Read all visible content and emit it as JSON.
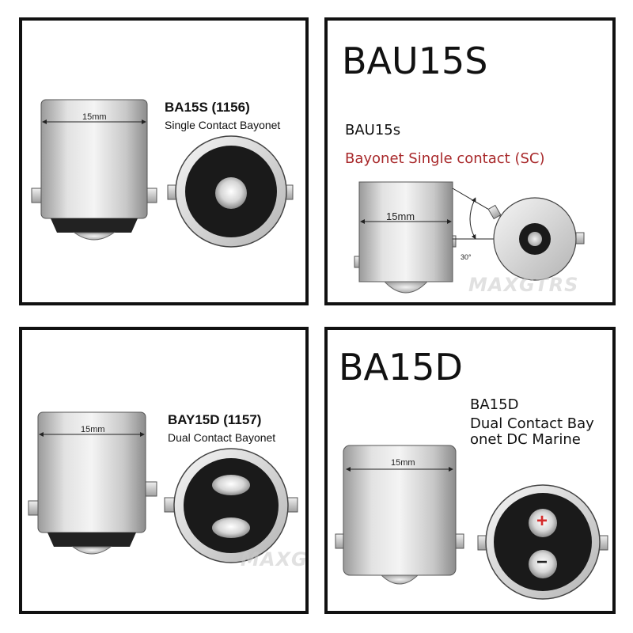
{
  "panels": {
    "ba15s": {
      "name": "BA15S (1156)",
      "description": "Single Contact Bayonet",
      "dimension": "15mm"
    },
    "bau15s": {
      "title": "BAU15S",
      "subtitle": "BAU15s",
      "description": "Bayonet Single contact (SC)",
      "dimension": "15mm",
      "angle": "30°",
      "watermark": "MAXGTRS"
    },
    "bay15d": {
      "name": "BAY15D (1157)",
      "description": "Dual Contact Bayonet",
      "dimension": "15mm",
      "watermark": "MAXGTRS"
    },
    "ba15d": {
      "title": "BA15D",
      "subtitle": "BA15D",
      "description_line1": "Dual Contact Bay",
      "description_line2": "onet DC Marine",
      "dimension": "15mm",
      "plus_symbol": "+",
      "minus_symbol": "−"
    }
  },
  "colors": {
    "border": "#111111",
    "description_red": "#a8282a",
    "contact_dark": "#1a1a1a"
  }
}
